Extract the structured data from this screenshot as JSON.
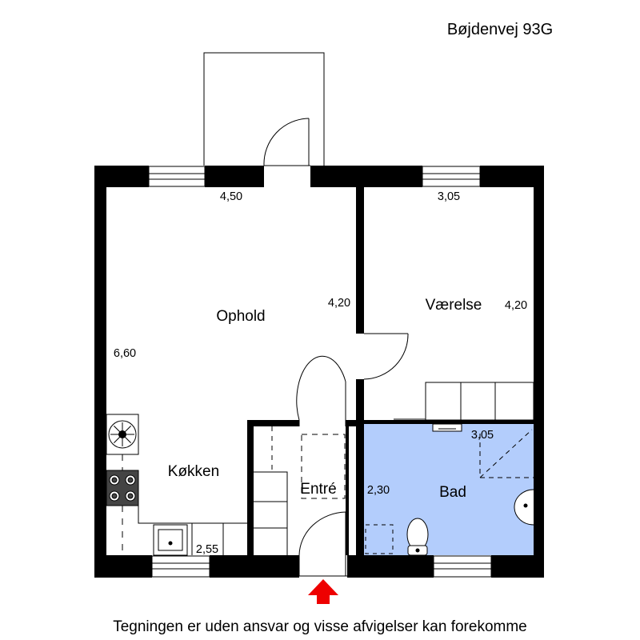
{
  "header": {
    "address": "Bøjdenvej 93G"
  },
  "rooms": {
    "ophold": "Ophold",
    "vaerelse": "Værelse",
    "koekken": "Køkken",
    "entre": "Entré",
    "bad": "Bad"
  },
  "dimensions": {
    "ophold_width": "4,50",
    "ophold_depth": "4,20",
    "vaerelse_width": "3,05",
    "vaerelse_depth": "4,20",
    "total_depth": "6,60",
    "koekken_width": "2,55",
    "bad_width": "3,05",
    "bad_depth": "2,30"
  },
  "footer": {
    "disclaimer": "Tegningen er uden ansvar og visse afvigelser kan forekomme"
  },
  "colors": {
    "wall": "#000000",
    "bath_floor": "#b3cdfc",
    "entrance_arrow": "#ee0000"
  },
  "icons": {
    "entrance": "entrance-arrow-icon"
  }
}
